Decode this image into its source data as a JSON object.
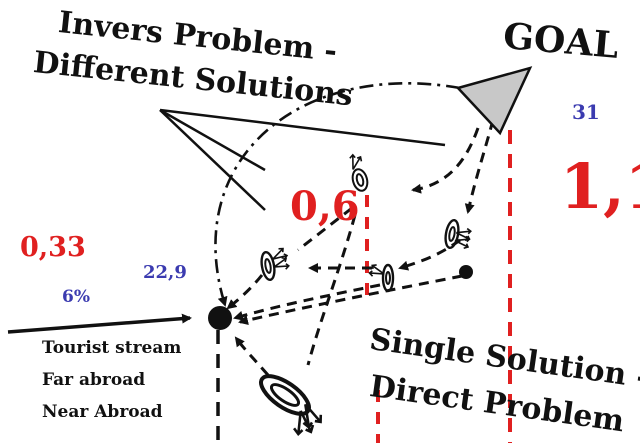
{
  "headings": {
    "inverse_line1": "Invers Problem -",
    "inverse_line2": "Different Solutions",
    "goal": "GOAL",
    "direct_line1": "Single Solution -",
    "direct_line2": "Direct Problem"
  },
  "numbers": {
    "value_far_right": "1,1",
    "value_top_right": "31",
    "value_center": "0,6",
    "value_left": "0,33",
    "value_left_percent": "6%",
    "value_left_mid": "22,9"
  },
  "legend": {
    "item1": "Tourist stream",
    "item2": "Far abroad",
    "item3": "Near Abroad"
  },
  "colors": {
    "red": "#e02020",
    "blue": "#3b3bb0",
    "goal_fill": "#c8c8c8",
    "ink": "#111111"
  },
  "icons": [
    "dart-target-icon",
    "goal-triangle-icon",
    "start-dot-icon"
  ]
}
